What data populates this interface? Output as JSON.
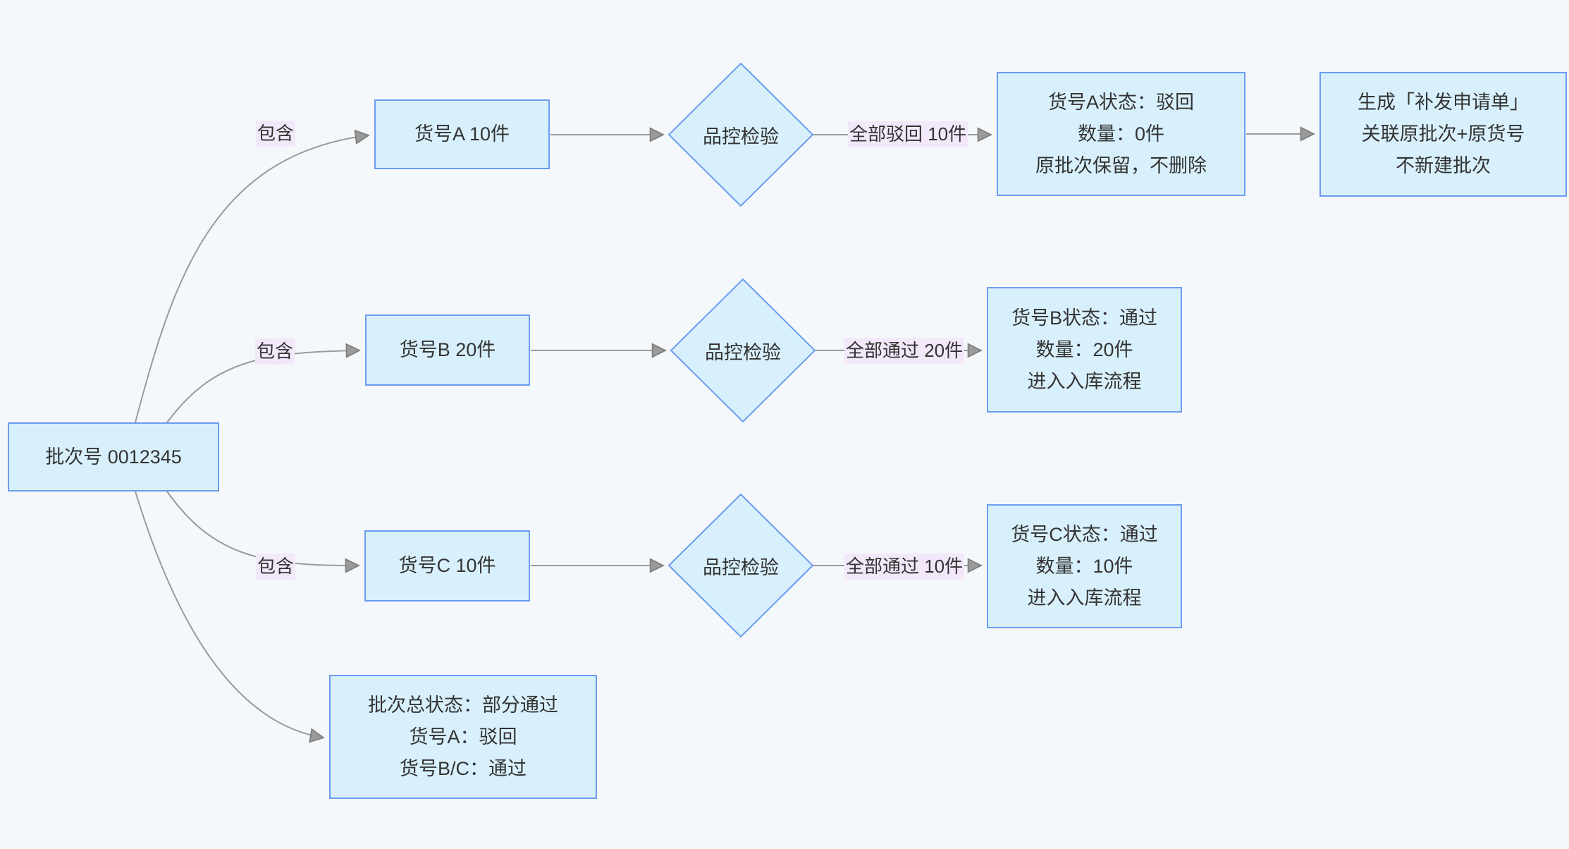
{
  "palette": {
    "background": "#f5f8fa",
    "node_fill": "#d8f0fc",
    "node_border": "#6c9cf0",
    "edge_label_bg": "#f3e8fa",
    "edge_line": "#9a9a9a",
    "text": "#333333"
  },
  "nodes": {
    "batch": {
      "label": "批次号 0012345"
    },
    "item_a": {
      "label": "货号A 10件"
    },
    "item_b": {
      "label": "货号B 20件"
    },
    "item_c": {
      "label": "货号C 10件"
    },
    "qc_a": {
      "label": "品控检验"
    },
    "qc_b": {
      "label": "品控检验"
    },
    "qc_c": {
      "label": "品控检验"
    },
    "result_a": {
      "lines": [
        "货号A状态：驳回",
        "数量：0件",
        "原批次保留，不删除"
      ]
    },
    "result_b": {
      "lines": [
        "货号B状态：通过",
        "数量：20件",
        "进入入库流程"
      ]
    },
    "result_c": {
      "lines": [
        "货号C状态：通过",
        "数量：10件",
        "进入入库流程"
      ]
    },
    "reissue": {
      "lines": [
        "生成「补发申请单」",
        "关联原批次+原货号",
        "不新建批次"
      ]
    },
    "summary": {
      "lines": [
        "批次总状态：部分通过",
        "货号A：驳回",
        "货号B/C：通过"
      ]
    }
  },
  "edge_labels": {
    "contain_a": "包含",
    "contain_b": "包含",
    "contain_c": "包含",
    "reject_a": "全部驳回 10件",
    "pass_b": "全部通过 20件",
    "pass_c": "全部通过 10件"
  }
}
